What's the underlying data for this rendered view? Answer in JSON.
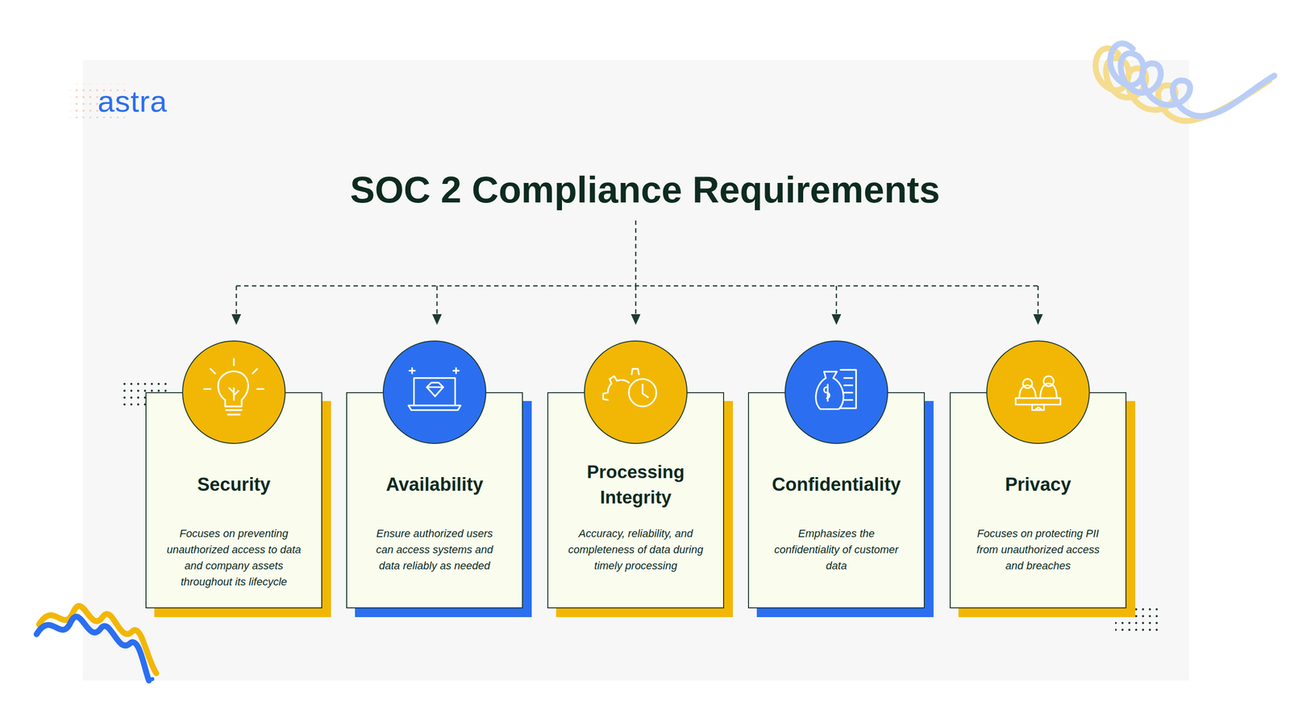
{
  "diagram": {
    "title": "SOC 2 Compliance Requirements",
    "nodes": [
      {
        "text": [
          "Security",
          "Focuses on preventing unauthorized access to data and company assets throughout its lifecycle"
        ]
      },
      {
        "text": [
          "Availability",
          "Ensure authorized users can access systems and data reliably as needed"
        ]
      },
      {
        "text": [
          "Processing Integrity",
          "Accuracy, reliability, and completeness of data during timely processing"
        ]
      },
      {
        "text": [
          "Confidentiality",
          "Emphasizes the confidentiality of customer data"
        ]
      },
      {
        "text": [
          "Privacy",
          "Focuses on protecting PII from unauthorized access and breaches"
        ]
      }
    ],
    "labels": [
      "astra"
    ]
  }
}
